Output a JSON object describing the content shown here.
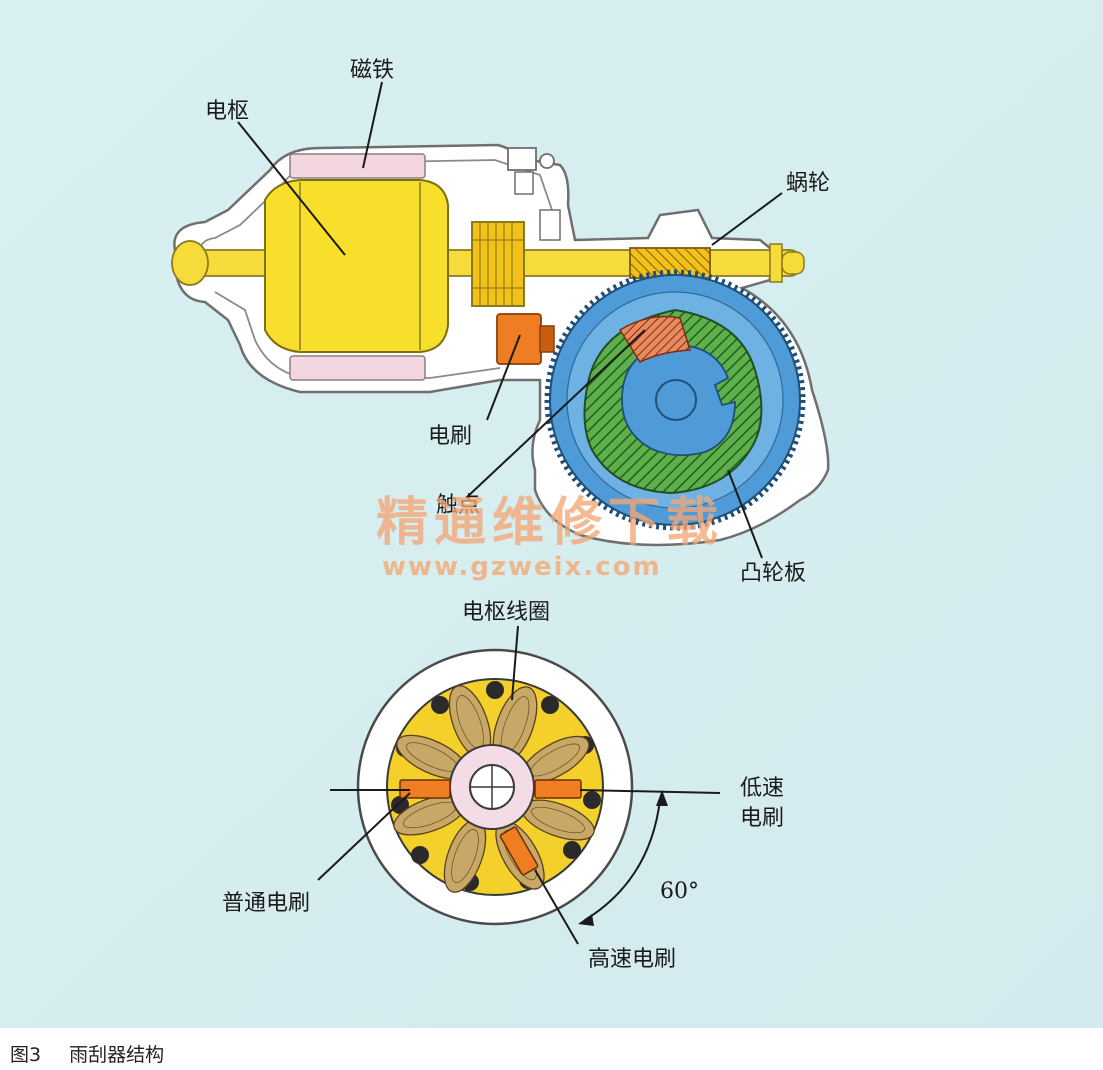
{
  "labels": {
    "magnet": "磁铁",
    "armature": "电枢",
    "worm_gear": "蜗轮",
    "brush": "电刷",
    "contact": "触点",
    "cam_plate": "凸轮板",
    "armature_coil": "电枢线圈",
    "low_speed_brush_1": "低速",
    "low_speed_brush_2": "电刷",
    "angle": "60°",
    "common_brush": "普通电刷",
    "high_speed_brush": "高速电刷"
  },
  "watermark": {
    "title": "精通维修下载",
    "url": "www.gzweix.com"
  },
  "caption": {
    "number": "图3",
    "title": "雨刮器结构"
  },
  "colors": {
    "background": "#d8eef0",
    "armature": "#f7df2c",
    "housing": "#ffffff",
    "gear_blue": "#4f9bd8",
    "cam_green": "#3e9a3a",
    "brush_orange": "#ef7d22",
    "magnet_pink": "#f3d6df"
  }
}
